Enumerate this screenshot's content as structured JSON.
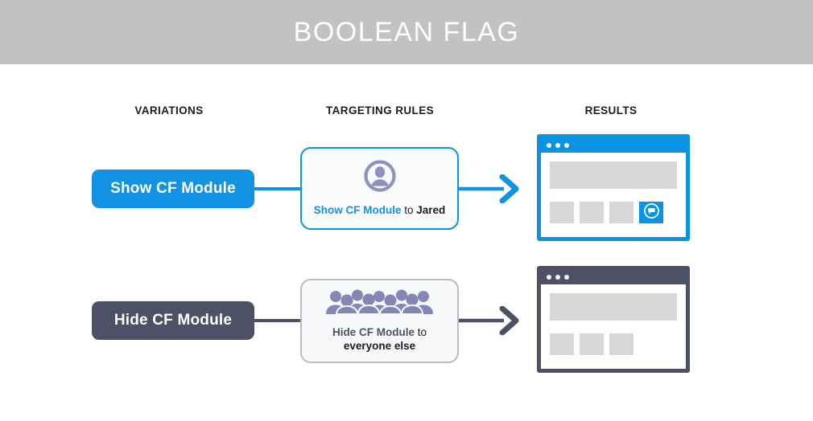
{
  "header": {
    "title": "BOOLEAN FLAG",
    "background_color": "#c2c2c2",
    "text_color": "#ffffff"
  },
  "columns": {
    "variations_label": "VARIATIONS",
    "targeting_label": "TARGETING RULES",
    "results_label": "RESULTS"
  },
  "colors": {
    "accent_blue": "#1292e3",
    "slate": "#4c5165",
    "icon_purple": "#8287b5",
    "block_gray": "#d7d7d7"
  },
  "rows": [
    {
      "id": "show",
      "variation_label": "Show CF Module",
      "variation_color": "#1292e3",
      "connector_color": "#1292e3",
      "card": {
        "icon": "single-user-icon",
        "rule_name": "Show CF Module",
        "rule_connector": " to ",
        "rule_target": "Jared",
        "border_color": "#1292e3"
      },
      "arrow_color": "#1292e3",
      "browser": {
        "frame_color": "#0b93e3",
        "dots": 3,
        "tiles": [
          "plain",
          "plain",
          "plain",
          "cf-module"
        ],
        "cf_icon": "chat-bubble-icon"
      }
    },
    {
      "id": "hide",
      "variation_label": "Hide CF Module",
      "variation_color": "#4c5165",
      "connector_color": "#4c5165",
      "card": {
        "icon": "crowd-of-people-icon",
        "rule_name": "Hide CF Module",
        "rule_connector": " to ",
        "rule_target": "everyone else",
        "border_color": "#b9bcc6"
      },
      "arrow_color": "#4c5165",
      "browser": {
        "frame_color": "#4c5165",
        "dots": 3,
        "tiles": [
          "plain",
          "plain",
          "plain"
        ],
        "cf_icon": null
      }
    }
  ]
}
